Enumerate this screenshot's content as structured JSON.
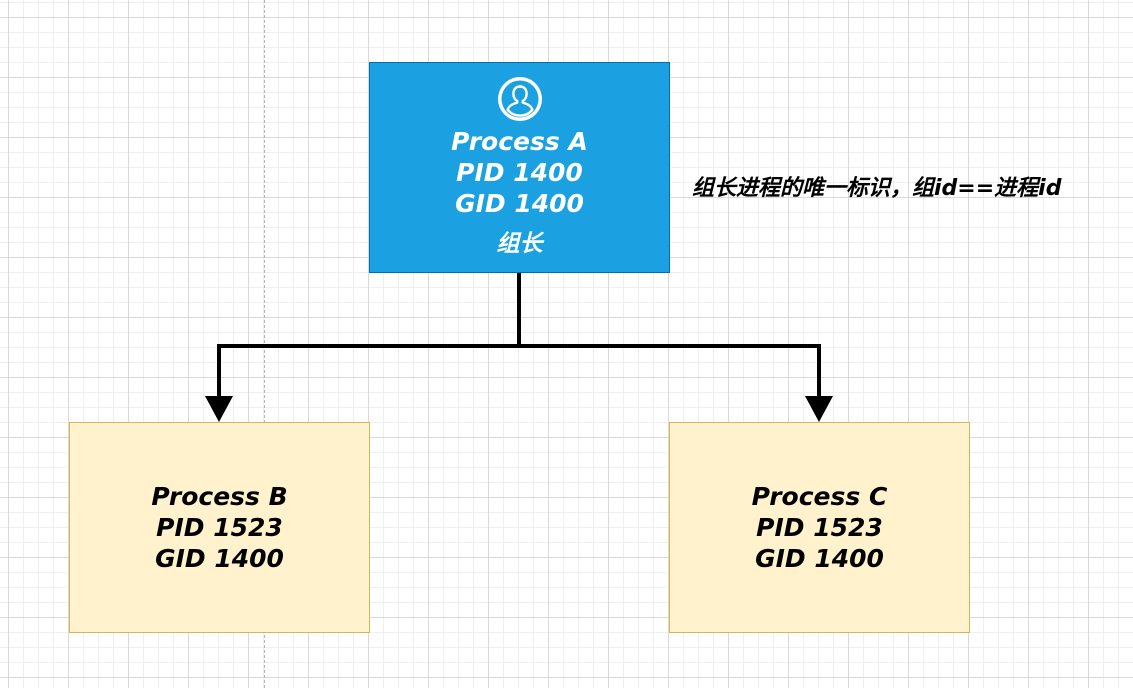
{
  "diagram": {
    "nodes": {
      "process_a": {
        "icon": "user-icon",
        "name": "Process A",
        "pid": "PID 1400",
        "gid": "GID 1400",
        "role": "组长"
      },
      "process_b": {
        "name": "Process B",
        "pid": "PID 1523",
        "gid": "GID 1400"
      },
      "process_c": {
        "name": "Process C",
        "pid": "PID 1523",
        "gid": "GID 1400"
      }
    },
    "annotation": "组长进程的唯一标识，组id==进程id",
    "edges": [
      {
        "from": "process_a",
        "to": "process_b"
      },
      {
        "from": "process_a",
        "to": "process_c"
      }
    ],
    "colors": {
      "leader_fill": "#1ba1e2",
      "leader_border": "#006eaf",
      "member_fill": "#fff2cc",
      "member_border": "#d6b656",
      "connector": "#000000"
    }
  }
}
